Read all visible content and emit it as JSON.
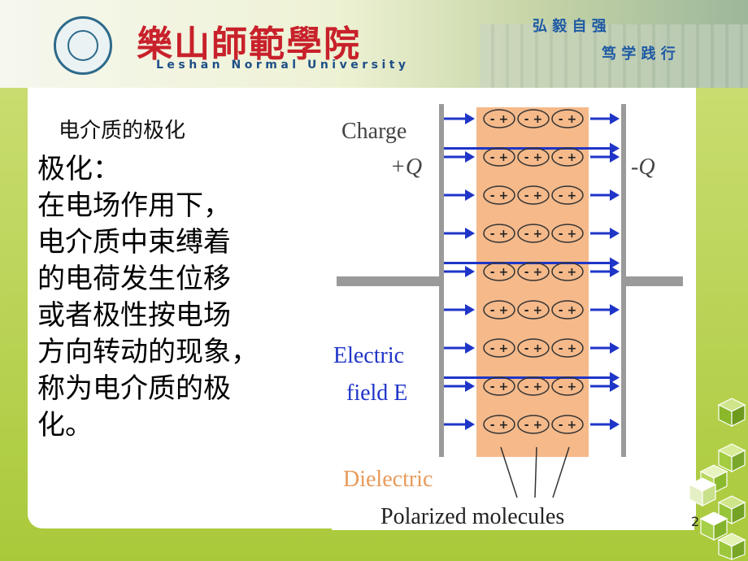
{
  "header": {
    "university_cn": "樂山師範學院",
    "university_en": "Leshan Normal University",
    "motto_line1": "弘 毅 自 强",
    "motto_line2": "笃 学 践 行"
  },
  "slide": {
    "title": "电介质的极化",
    "body_lines": [
      "极化：",
      "在电场作用下，",
      "电介质中束缚着",
      "的电荷发生位移",
      "或者极性按电场",
      "方向转动的现象，",
      "称为电介质的极",
      "化。"
    ],
    "page_number": "2"
  },
  "figure": {
    "charge_label": "Charge",
    "plus_q": "+Q",
    "minus_q": "-Q",
    "field_label_1": "Electric",
    "field_label_2": "field E",
    "dielectric_label": "Dielectric",
    "molecules_label": "Polarized molecules",
    "molecule_text": "- +",
    "rows": 9,
    "molecules_per_row": 3,
    "colors": {
      "dielectric": "#f5b98a",
      "arrow": "#1f35c8",
      "plate": "#9a9a9a",
      "field_label": "#1f35c8",
      "dielectric_label": "#e89a5a"
    }
  }
}
